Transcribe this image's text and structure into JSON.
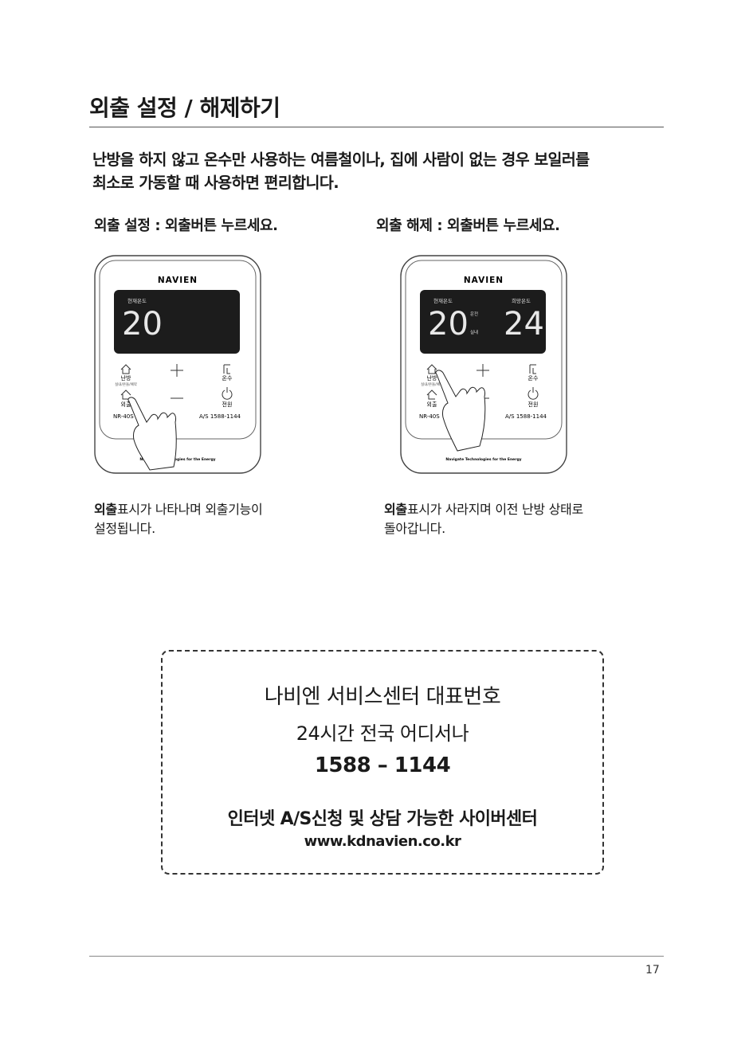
{
  "header": {
    "title": "외출 설정 / 해제하기"
  },
  "intro": {
    "line1": "난방을 하지 않고 온수만 사용하는 여름철이나, 집에 사람이 없는 경우 보일러를",
    "line2": "최소로 가동할 때 사용하면 편리합니다."
  },
  "steps": [
    {
      "heading": "외출 설정 : 외출버튼 누르세요.",
      "caption_bold": "외출",
      "caption_rest": "표시가 나타나며 외출기능이",
      "caption_line2": "설정됩니다.",
      "device": {
        "brand": "NAVIEN",
        "display_label_current": "현재온도",
        "current_temp": "20",
        "btn_heating": "난방",
        "btn_heating_sub": "실내/온돌/예약",
        "btn_hotwater": "온수",
        "btn_away": "외출",
        "btn_power": "전원",
        "model": "NR-40S",
        "as_number": "A/S 1588-1144",
        "slogan": "Navigate Technologies for the Energy"
      }
    },
    {
      "heading": "외출 해제 : 외출버튼 누르세요.",
      "caption_bold": "외출",
      "caption_rest": "표시가 사라지며 이전 난방 상태로",
      "caption_line2": "돌아갑니다.",
      "device": {
        "brand": "NAVIEN",
        "display_label_current": "현재온도",
        "display_label_target": "희망온도",
        "current_temp": "20",
        "target_temp": "24",
        "status_running": "운전",
        "status_indoor": "실내",
        "btn_heating": "난방",
        "btn_heating_sub": "실내/온돌/예약",
        "btn_hotwater": "온수",
        "btn_away": "외출",
        "btn_power": "전원",
        "model": "NR-40S",
        "as_number": "A/S 1588-1144",
        "slogan": "Navigate Technologies for the Energy"
      }
    }
  ],
  "service": {
    "line1": "나비엔 서비스센터 대표번호",
    "line2": "24시간 전국 어디서나",
    "phone": "1588 – 1144",
    "line3": "인터넷 A/S신청 및 상담 가능한 사이버센터",
    "url": "www.kdnavien.co.kr"
  },
  "footer": {
    "page_number": "17"
  },
  "colors": {
    "text": "#1a1a1a",
    "display_bg": "#1c1c1c",
    "segment": "#e8e8e8",
    "device_outline": "#444444"
  }
}
